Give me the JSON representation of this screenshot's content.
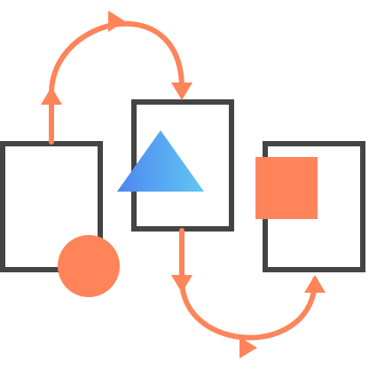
{
  "colors": {
    "background": "#ffffff",
    "frame_stroke": "#444444",
    "accent_orange": "#ff845a",
    "triangle_gradient_start": "#4d86f0",
    "triangle_gradient_end": "#62c7f2"
  },
  "icons": {
    "left_frame": "rectangle-frame",
    "middle_frame": "rectangle-frame",
    "right_frame": "rectangle-frame",
    "circle_shape": "circle",
    "triangle_shape": "triangle",
    "square_shape": "square",
    "flow_arrows": "curved-arrow-connector"
  }
}
